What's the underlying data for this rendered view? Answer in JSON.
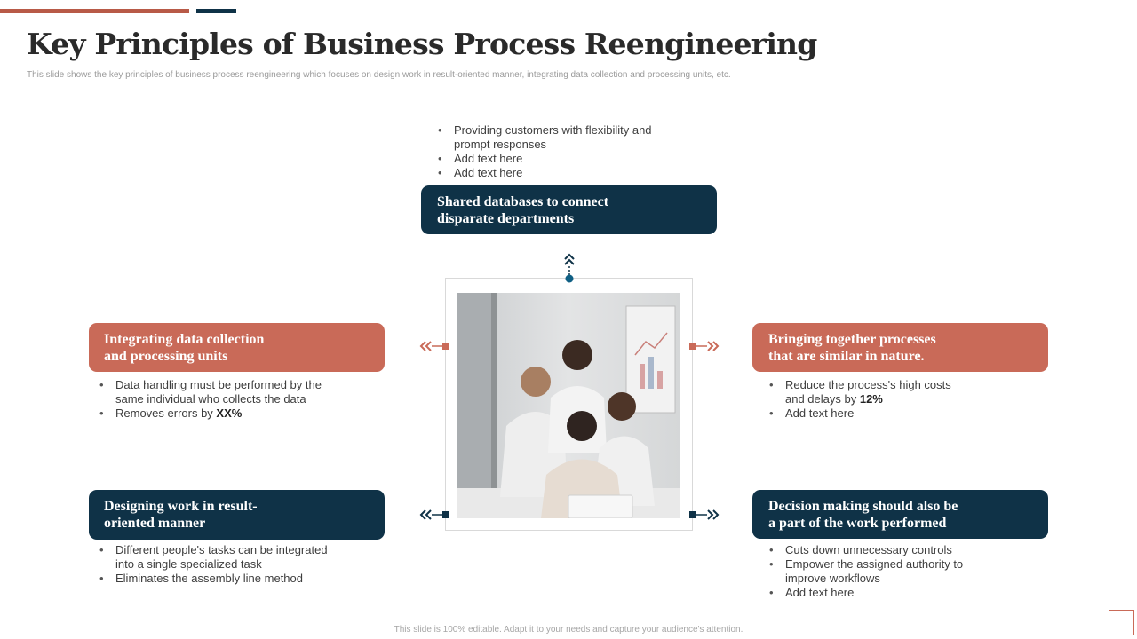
{
  "slide": {
    "title": "Key Principles of Business Process Reengineering",
    "subtitle": "This slide shows the key principles of business process reengineering which focuses on design work in result-oriented manner, integrating data collection and processing units, etc.",
    "footer": "This slide is 100% editable. Adapt it to your needs and capture your audience's attention."
  },
  "colors": {
    "dark": "#0f3247",
    "red": "#c96a58",
    "accent_bar": "#b85a47"
  },
  "top": {
    "box_line1": "Shared databases to connect",
    "box_line2": "disparate departments",
    "bullets": [
      "Providing  customers with flexibility and prompt responses",
      "Add text here",
      "Add text here"
    ]
  },
  "left_middle": {
    "box_line1": "Integrating data collection",
    "box_line2": "and processing units",
    "bullet1": "Data handling must be performed  by the same individual  who collects the data",
    "bullet2_text": "Removes  errors by ",
    "bullet2_bold": "XX%"
  },
  "right_middle": {
    "box_line1": "Bringing together processes",
    "box_line2": "that are similar in nature.",
    "bullet1_text": "Reduce the process's high costs and delays by ",
    "bullet1_bold": "12%",
    "bullet2": "Add text here"
  },
  "left_bottom": {
    "box_line1": "Designing work in result-",
    "box_line2": "oriented manner",
    "bullets": [
      "Different  people's tasks can be integrated into a single specialized task",
      "Eliminates the assembly line method"
    ]
  },
  "right_bottom": {
    "box_line1": "Decision making should also be",
    "box_line2": "a part of the work performed",
    "bullets": [
      "Cuts down unnecessary controls",
      "Empower the assigned authority to improve  workflows",
      "Add text here"
    ]
  },
  "icons": {
    "center_image": "team-meeting-photo",
    "connector_up": "chevron-up-icon",
    "connector_left": "chevron-left-icon",
    "connector_right": "chevron-right-icon"
  }
}
